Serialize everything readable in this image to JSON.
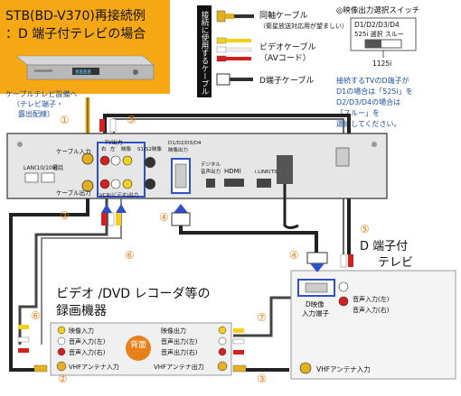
{
  "title": {
    "line1": "STB(BD-V370)再接続例",
    "line2": "：D 端子付テレビの場合"
  },
  "device_display": "8888",
  "legend": {
    "vertical_label": "接続に使用するケーブル",
    "coax_label": "同軸ケーブル",
    "coax_note": "（衛星放送対応用が望ましい）",
    "video_label": "ビデオケーブル",
    "video_note": "（AVコード）",
    "d_label": "D端子ケーブル"
  },
  "switch_info": {
    "title": "◎映像出力選択スイッチ",
    "box_line1": "D1/D2/D3/D4",
    "box_line2": "525i 選択 スルー",
    "value_525i": "525i",
    "value_through": "スルー",
    "value_1125i": "1125i",
    "note_lines": [
      "接続するTVのD端子が",
      "D1の場合は「525i」を",
      "D2/D3/D4の場合は",
      "「スルー」を",
      "選択してください。"
    ]
  },
  "cable_tv": {
    "line1": "ケーブルテレビ設備へ",
    "line2": "（テレビ端子・",
    "line3": "露出配線）"
  },
  "stb_panel": {
    "cable_in": "ケーブル入力",
    "cable_out": "ケーブル出力",
    "lan": "LAN(10/100)",
    "tel": "電話",
    "tv_out": "TV出力",
    "right": "右",
    "left": "左",
    "video": "映像",
    "s1s2": "S1/S2映像",
    "vcr_out": "VCR(ビデオ)出力",
    "d_label": "D1/D2/D3/D4",
    "d_sub": "映像出力",
    "digital": "デジタル",
    "digital2": "音声出力",
    "hdmi": "HDMI",
    "i394": "i.LINK(TS)"
  },
  "tv": {
    "title_line1": "D 端子付",
    "title_line2": "テレビ",
    "d_input_line1": "D映像",
    "d_input_line2": "入力端子",
    "audio_left": "音声入力(左)",
    "audio_right": "音声入力(右)",
    "vhf": "VHFアンテナ入力"
  },
  "recorder": {
    "title_line1": "ビデオ /DVD レコーダ等の",
    "title_line2": "録画機器",
    "back_label": "背面",
    "left": {
      "video_in": "映像入力",
      "audio_left_in": "音声入力(左)",
      "audio_right_in": "音声入力(右)",
      "vhf_in": "VHFアンテナ入力"
    },
    "right": {
      "video_out": "映像出力",
      "audio_left_out": "音声出力(左)",
      "audio_right_out": "音声出力(右)",
      "vhf_out": "VHFアンテナ出力"
    }
  },
  "markers": {
    "m1": "①",
    "m2": "②",
    "m3": "③",
    "m4": "④",
    "m5": "⑤",
    "m6": "⑥",
    "m7": "⑦"
  },
  "colors": {
    "title_bg": "#f5a814",
    "marker_orange": "#e8801a",
    "cable_dark": "#222222",
    "coax_gold": "#e2b020",
    "d_blue": "#3050c8",
    "panel_gray": "#e6e6e6",
    "video_yellow": "#f2d020",
    "audio_red": "#d02020",
    "audio_white": "#ffffff",
    "device_silver": "#b8b8b8"
  }
}
